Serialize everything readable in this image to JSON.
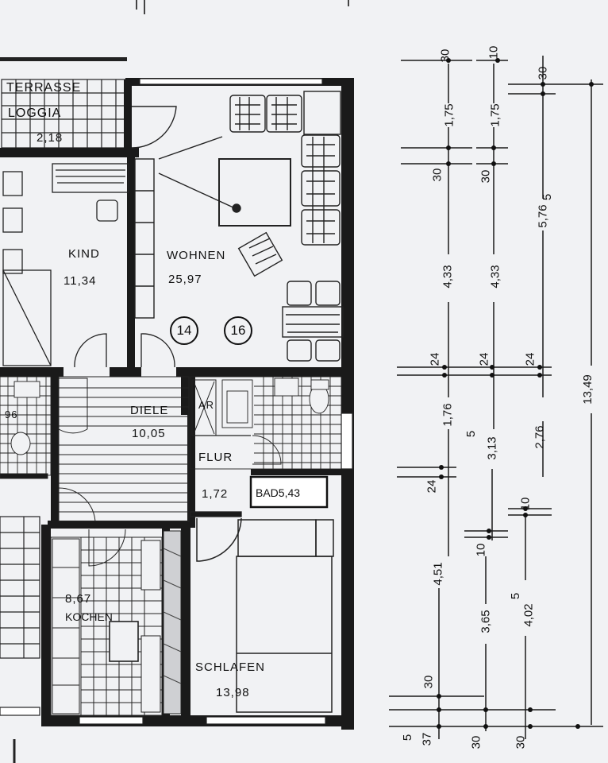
{
  "rooms": {
    "terrasse": "TERRASSE",
    "loggia": "LOGGIA",
    "loggia_area": "2,18",
    "kind": "KIND",
    "kind_area": "11,34",
    "wohnen": "WOHNEN",
    "wohnen_area": "25,97",
    "diele": "DIELE",
    "diele_area": "10,05",
    "ar": "AR",
    "flur": "FLUR",
    "flur_area": "1,72",
    "bad": "BAD5,43",
    "kochen_area": "8,67",
    "kochen": "KOCHEN",
    "schlafen": "SCHLAFEN",
    "schlafen_area": "13,98",
    "left_partial": "96"
  },
  "unit_markers": [
    "14",
    "16"
  ],
  "dimensions": {
    "col1": [
      "30",
      "1,75",
      "30",
      "4,33",
      "24",
      "1,76",
      "24",
      "4,51",
      "30",
      "37"
    ],
    "col1_small": "5",
    "col2": [
      "10",
      "1,75",
      "30",
      "4,33",
      "24",
      "3,13",
      "10",
      "3,65",
      "30"
    ],
    "col2_sup": "5",
    "col3": [
      "30",
      "5,76",
      "24",
      "2,76",
      "10",
      "4,02",
      "30"
    ],
    "col3_sup": [
      "5",
      "5"
    ],
    "col4": [
      "13,49"
    ]
  }
}
